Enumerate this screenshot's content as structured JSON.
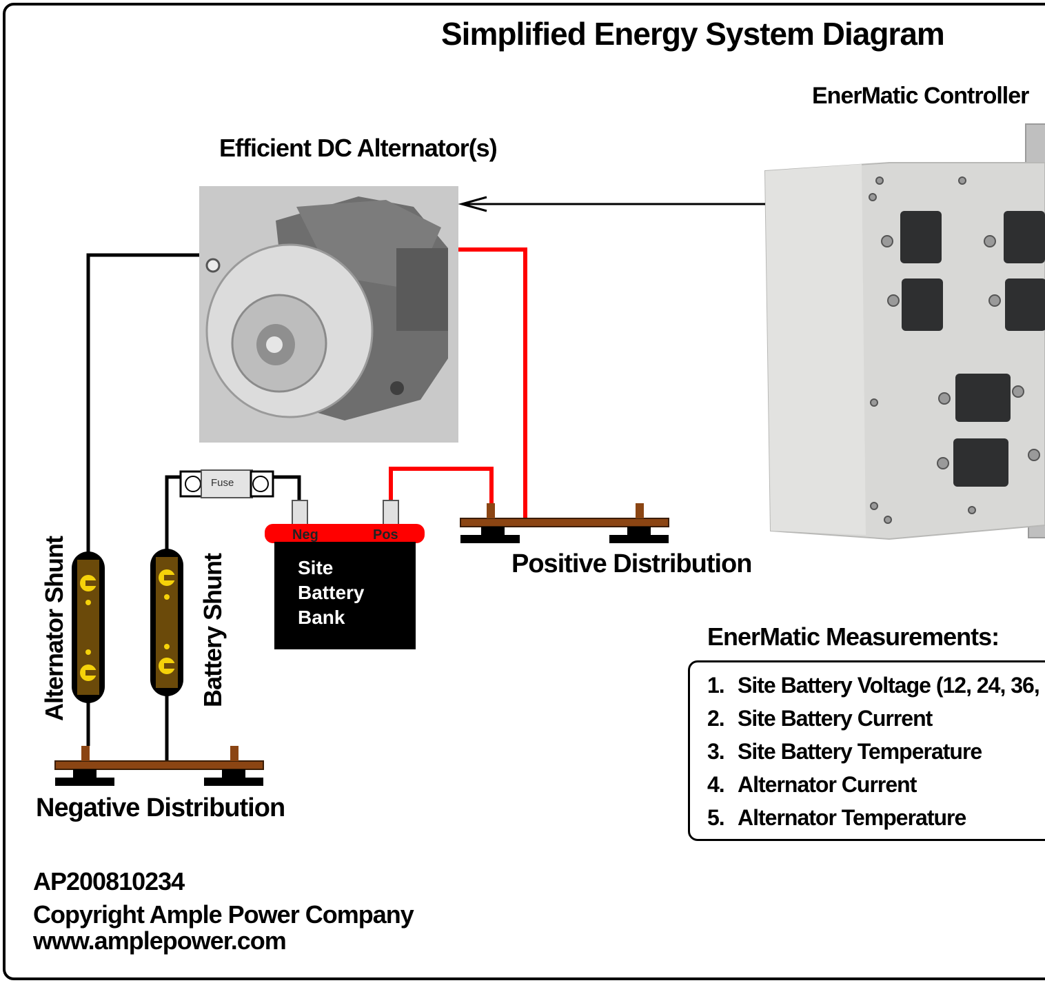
{
  "title": "Simplified Energy System Diagram",
  "controller_label": "EnerMatic Controller",
  "alternator_label": "Efficient DC Alternator(s)",
  "positive_distribution_label": "Positive Distribution",
  "negative_distribution_label": "Negative Distribution",
  "alternator_shunt_label": "Alternator Shunt",
  "battery_shunt_label": "Battery Shunt",
  "fuse_label": "Fuse",
  "battery": {
    "neg_terminal": "Neg",
    "pos_terminal": "Pos",
    "line1": "Site",
    "line2": "Battery",
    "line3": "Bank"
  },
  "measurements": {
    "title": "EnerMatic Measurements:",
    "items": [
      {
        "num": "1.",
        "text": "Site Battery Voltage (12, 24, 36,"
      },
      {
        "num": "2.",
        "text": "Site Battery Current"
      },
      {
        "num": "3.",
        "text": "Site Battery Temperature"
      },
      {
        "num": "4.",
        "text": "Alternator Current"
      },
      {
        "num": "5.",
        "text": "Alternator Temperature"
      }
    ]
  },
  "footer": {
    "code": "AP200810234",
    "copyright": "Copyright Ample Power Company",
    "website": "www.amplepower.com"
  },
  "colors": {
    "positive_wire": "#ff0000",
    "negative_wire": "#000000",
    "busbar": "#8b4513",
    "shunt": "#6b4a0a"
  }
}
